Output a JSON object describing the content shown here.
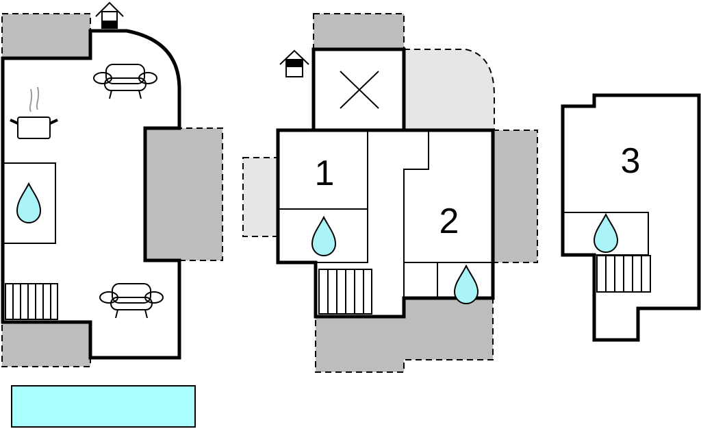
{
  "plan": {
    "rooms": [
      {
        "label": "1"
      },
      {
        "label": "2"
      },
      {
        "label": "3"
      }
    ],
    "colors": {
      "water": "#aaf4f8",
      "pool": "#aaffff",
      "terrace": "#bdbdbd",
      "terrace_light": "#e6e6e6"
    },
    "icons": [
      "entrance-icon",
      "sofa-icon",
      "kitchen-pot-icon",
      "bathroom-drop-icon",
      "stairs-icon",
      "void-x-icon",
      "pool"
    ]
  }
}
